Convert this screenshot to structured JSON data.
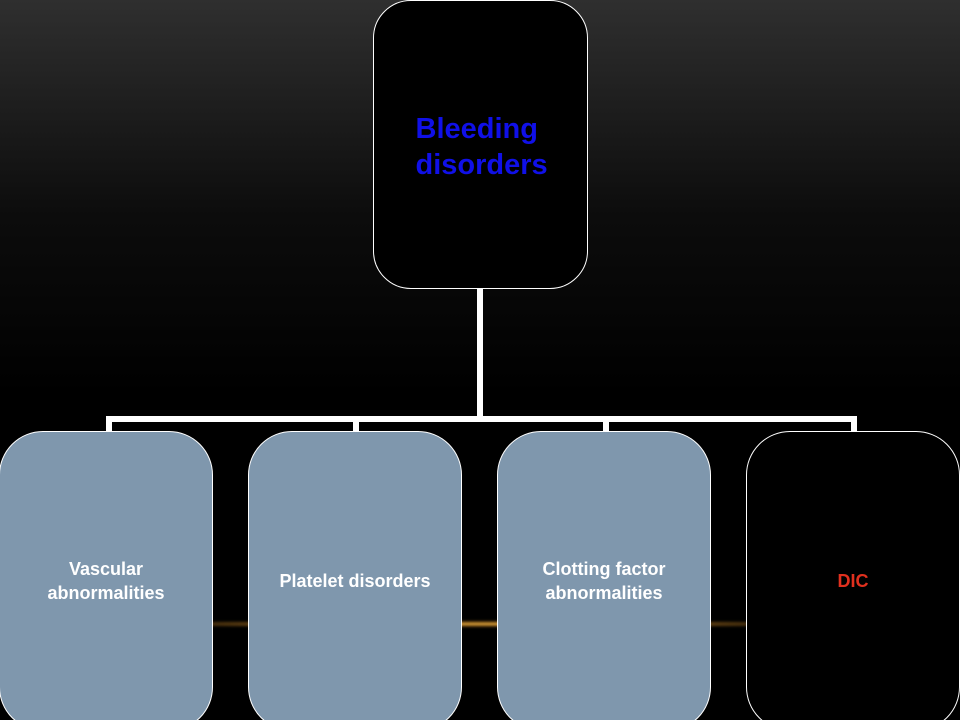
{
  "diagram": {
    "root": {
      "label": "Bleeding disorders",
      "text_color": "#1010e8",
      "fill": "#000000"
    },
    "children": [
      {
        "label": "Vascular abnormalities",
        "fill": "#7f97ad",
        "text_color": "#ffffff"
      },
      {
        "label": "Platelet disorders",
        "fill": "#7f97ad",
        "text_color": "#ffffff"
      },
      {
        "label": "Clotting factor abnormalities",
        "fill": "#7f97ad",
        "text_color": "#ffffff"
      },
      {
        "label": "DIC",
        "fill": "#000000",
        "text_color": "#e0301e"
      }
    ],
    "connector_color": "#ffffff"
  }
}
